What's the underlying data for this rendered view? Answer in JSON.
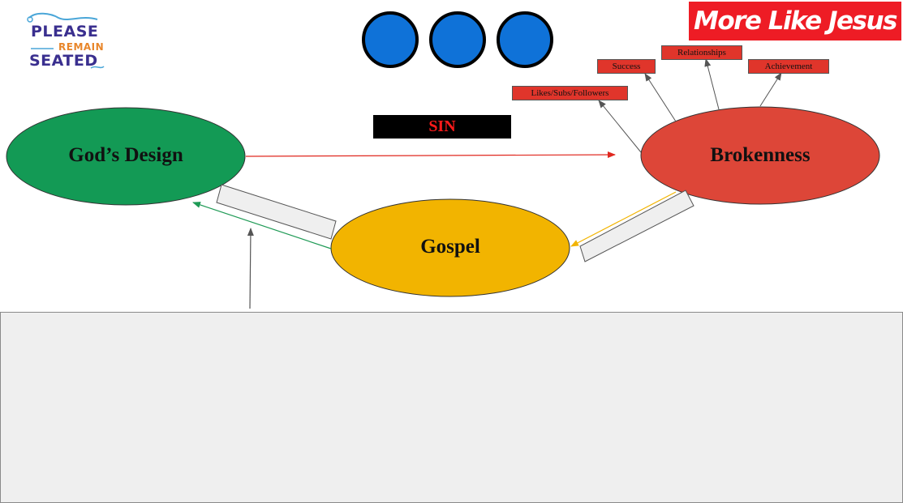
{
  "logo": {
    "line1": "PLEASE",
    "line2": "REMAIN",
    "line3": "SEATED"
  },
  "brand": {
    "text": "More Like Jesus",
    "color": "#ee1c25"
  },
  "dots": {
    "count": 3,
    "color": "#0f72d8"
  },
  "sin_label": "SIN",
  "nodes": {
    "gods_design": {
      "label": "God’s Design",
      "color": "#139a55"
    },
    "brokenness": {
      "label": "Brokenness",
      "color": "#dd4638"
    },
    "gospel": {
      "label": "Gospel",
      "color": "#f2b400"
    }
  },
  "tags": {
    "success": "Success",
    "relationships": "Relationships",
    "achievement": "Achievement",
    "likes": "Likes/Subs/Followers"
  },
  "arrow_colors": {
    "sin": "#e0281f",
    "gospel_to_design": "#1e9a55",
    "brokenness_to_gospel": "#f2b400",
    "tags": "#555555"
  }
}
